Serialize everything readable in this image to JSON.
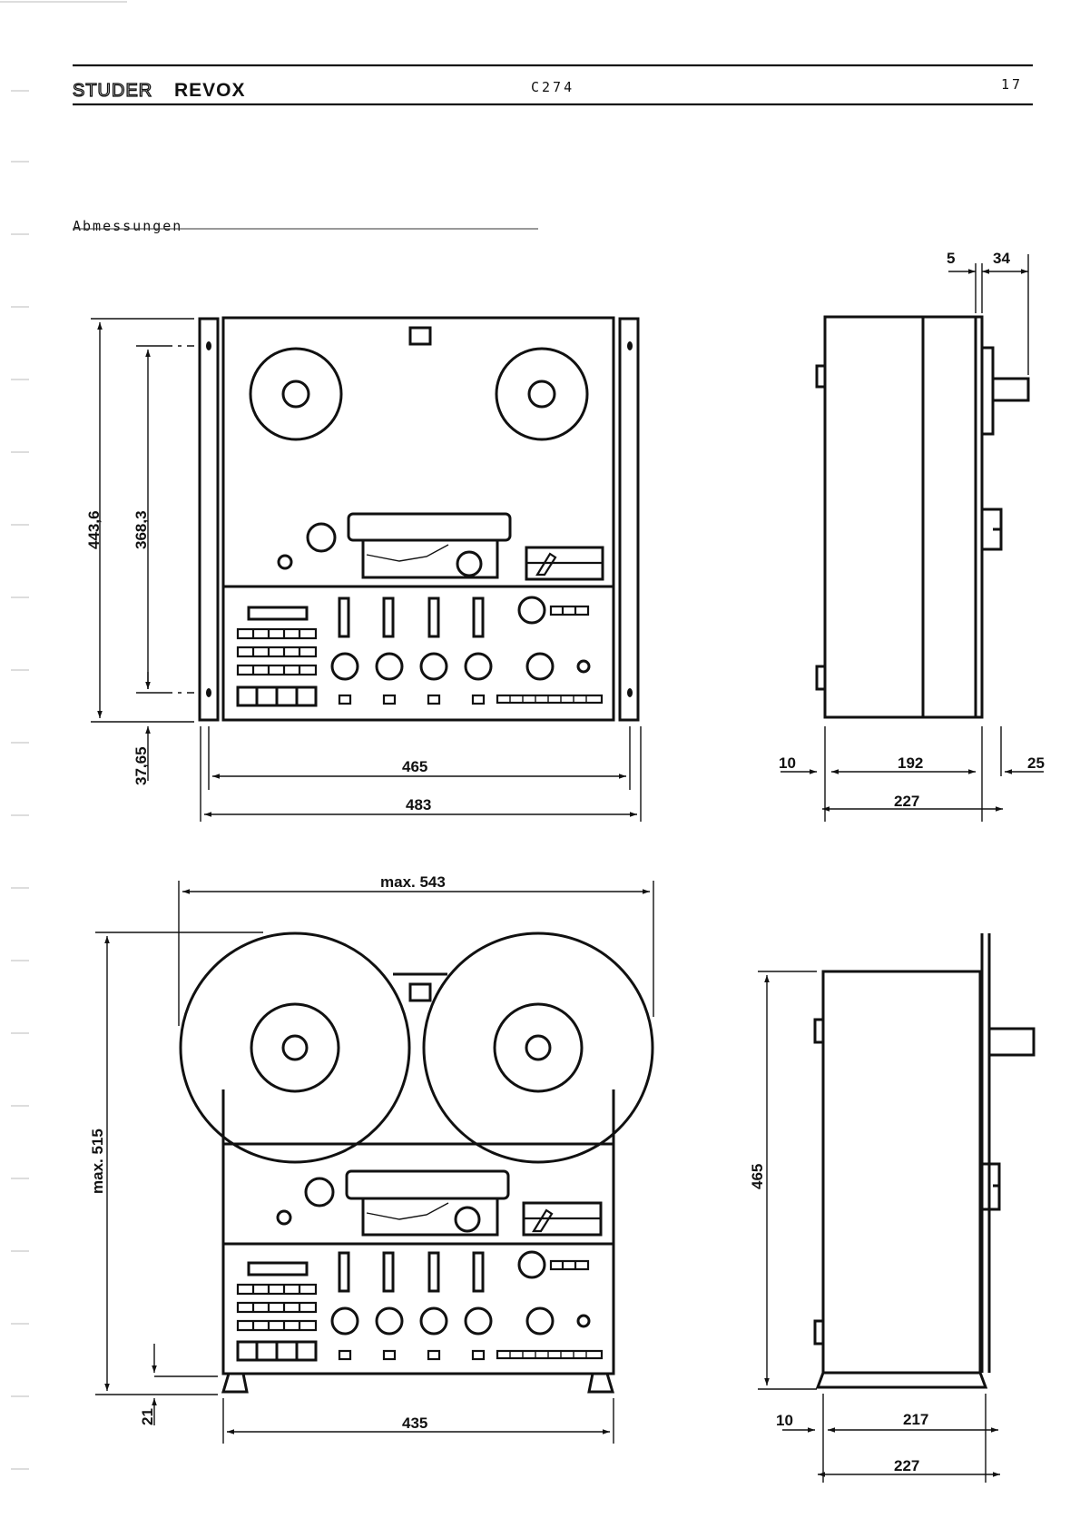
{
  "header": {
    "brand_primary": "STUDER",
    "brand_secondary": "REVOX",
    "model": "C274",
    "page_number": "17"
  },
  "section": {
    "title": "Abmessungen"
  },
  "dimensions": {
    "front_height_total": "443,6",
    "front_height_mount": "368,3",
    "front_bottom_offset": "37,65",
    "front_width_inner": "465",
    "front_width_outer": "483",
    "side_top_a": "5",
    "side_top_b": "34",
    "side_left_offset": "10",
    "side_depth_body": "192",
    "side_right_offset": "25",
    "side_depth_total": "227",
    "reel_width_max": "max. 543",
    "reel_height_max": "max. 515",
    "reel_foot_height": "21",
    "reel_base_width": "435",
    "side2_height": "465",
    "side2_left_offset": "10",
    "side2_depth_body": "217",
    "side2_depth_total": "227"
  }
}
